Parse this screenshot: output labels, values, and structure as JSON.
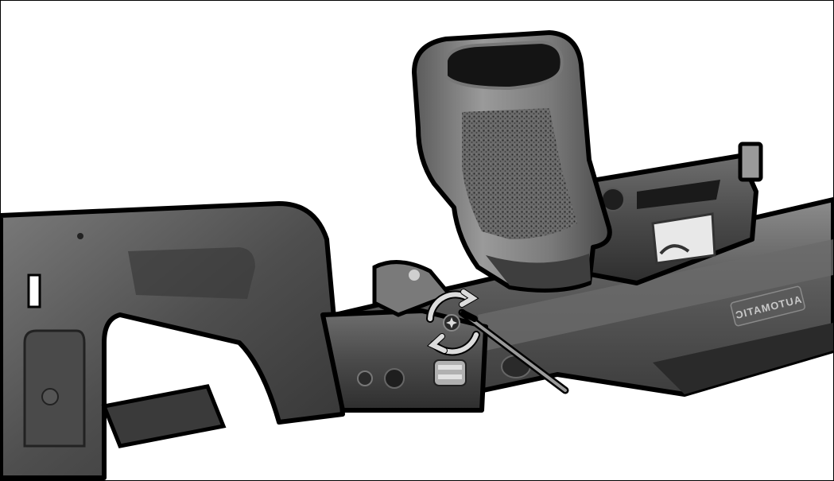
{
  "image": {
    "subject": "firearm-stock-assembly-illustration",
    "colors": {
      "background": "#ffffff",
      "outline": "#000000",
      "metal_dark": "#3a3a3a",
      "metal_mid": "#5a5a5a",
      "metal_light": "#8a8a8a",
      "grip_dark": "#4a4a4a",
      "grip_light": "#9a9a9a",
      "arrow": "#dcdcdc"
    },
    "engraving": {
      "text": "AUTOMATIC"
    },
    "icons": [
      "rotate-arrows-icon",
      "torx-screw-icon",
      "hex-key-tool"
    ]
  }
}
